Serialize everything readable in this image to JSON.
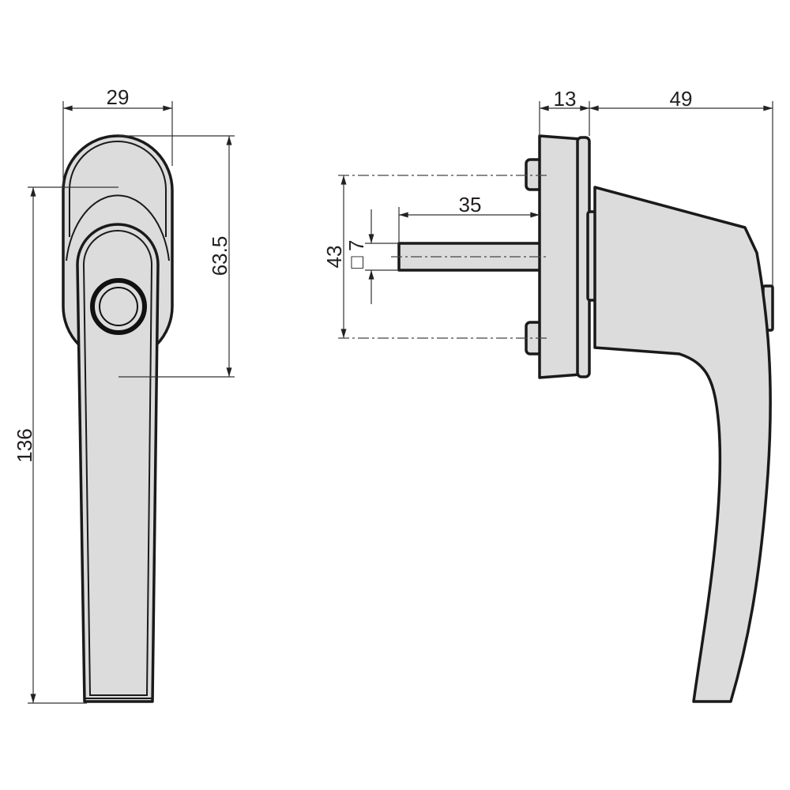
{
  "front_view": {
    "dimensions": {
      "width": "29",
      "rosette_height": "63.5",
      "total_height": "136"
    }
  },
  "side_view": {
    "dimensions": {
      "rosette_depth": "13",
      "handle_projection": "49",
      "spindle_length": "35",
      "screw_spacing": "43",
      "spindle_square_symbol": "□",
      "spindle_square": "7"
    }
  },
  "colors": {
    "part_fill": "#dcdcdc",
    "outline": "#1a1a1a"
  }
}
